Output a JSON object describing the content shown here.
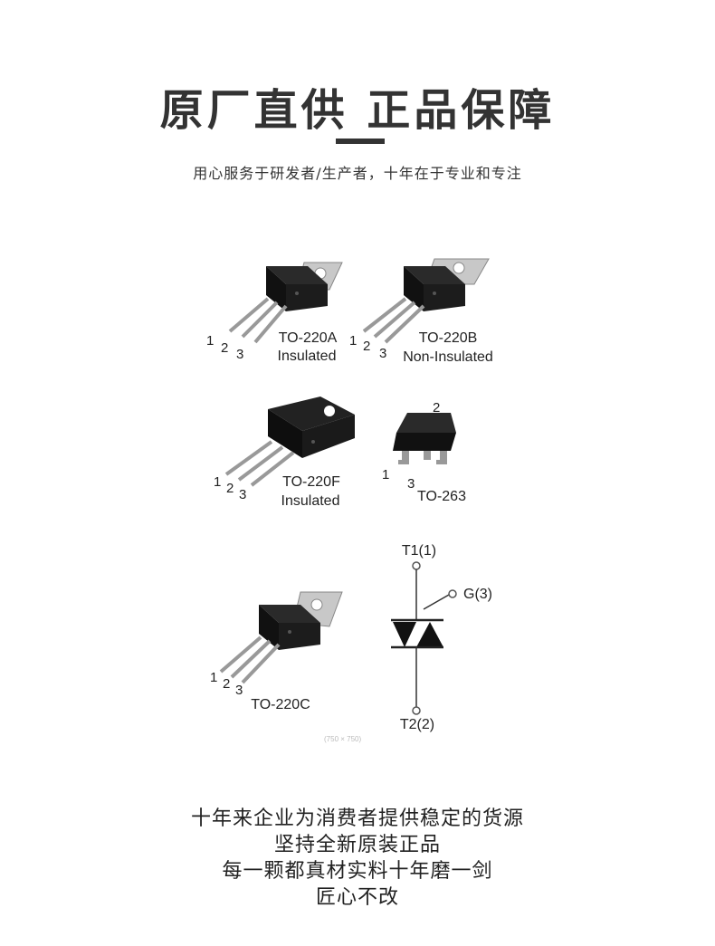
{
  "header": {
    "title": "原厂直供  正品保障",
    "subtitle": "用心服务于研发者/生产者，十年在于专业和专注"
  },
  "packages": {
    "to220a": {
      "name": "TO-220A",
      "note": "Insulated",
      "pins": [
        "1",
        "2",
        "3"
      ]
    },
    "to220b": {
      "name": "TO-220B",
      "note": "Non-Insulated",
      "pins": [
        "1",
        "2",
        "3"
      ]
    },
    "to220f": {
      "name": "TO-220F",
      "note": "Insulated",
      "pins": [
        "1",
        "2",
        "3"
      ]
    },
    "to263": {
      "name": "TO-263",
      "pins": [
        "1",
        "2",
        "3"
      ]
    },
    "to220c": {
      "name": "TO-220C",
      "pins": [
        "1",
        "2",
        "3"
      ]
    }
  },
  "symbol": {
    "t1": "T1(1)",
    "gate": "G(3)",
    "t2": "T2(2)"
  },
  "watermark": "(750 × 750)",
  "footer": {
    "lines": [
      "十年来企业为消费者提供稳定的货源",
      "坚持全新原装正品",
      "每一颗都真材实料十年磨一剑",
      "匠心不改"
    ]
  }
}
